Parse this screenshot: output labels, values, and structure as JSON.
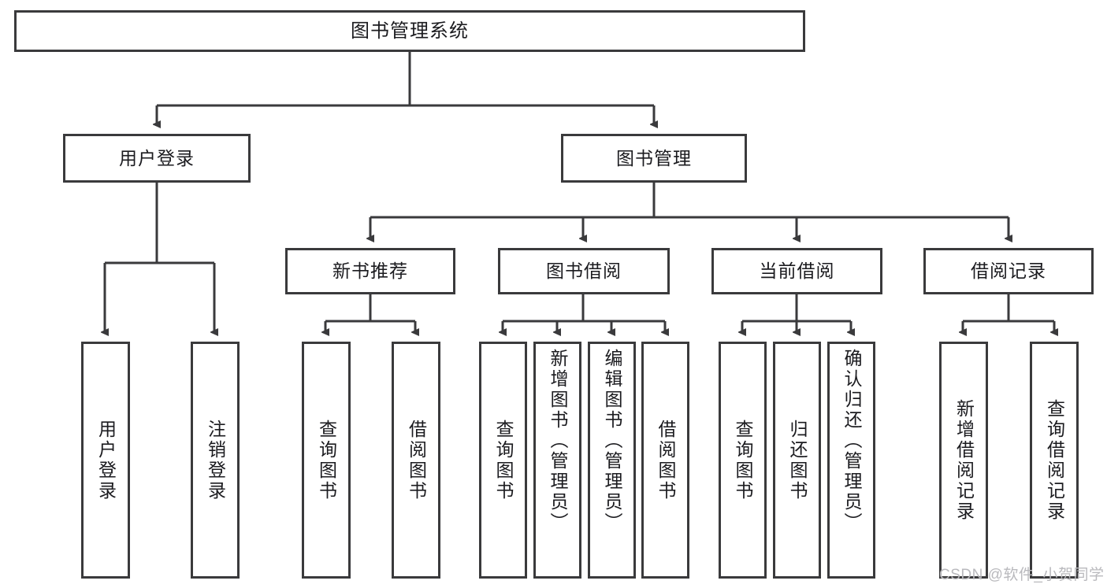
{
  "diagram": {
    "title": "图书管理系统",
    "type": "tree-hierarchy",
    "root": {
      "label": "图书管理系统"
    },
    "level1": [
      {
        "label": "用户登录"
      },
      {
        "label": "图书管理"
      }
    ],
    "level2": [
      {
        "label": "新书推荐"
      },
      {
        "label": "图书借阅"
      },
      {
        "label": "当前借阅"
      },
      {
        "label": "借阅记录"
      }
    ],
    "leaves": {
      "user_login": [
        {
          "label": "用户登录"
        },
        {
          "label": "注销登录"
        }
      ],
      "new_book_recommend": [
        {
          "label": "查询图书"
        },
        {
          "label": "借阅图书"
        }
      ],
      "book_borrow": [
        {
          "label": "查询图书"
        },
        {
          "label": "新增图书（管理员）"
        },
        {
          "label": "编辑图书（管理员）"
        },
        {
          "label": "借阅图书"
        }
      ],
      "current_borrow": [
        {
          "label": "查询图书"
        },
        {
          "label": "归还图书"
        },
        {
          "label": "确认归还（管理员）"
        }
      ],
      "borrow_record": [
        {
          "label": "新增借阅记录"
        },
        {
          "label": "查询借阅记录"
        }
      ]
    }
  },
  "watermark": {
    "text": "CSDN @软件_小贺同学"
  },
  "colors": {
    "stroke": "#3a3a3c",
    "text": "#1b1b1f",
    "background": "#ffffff",
    "watermark": "#b9b9bd"
  }
}
